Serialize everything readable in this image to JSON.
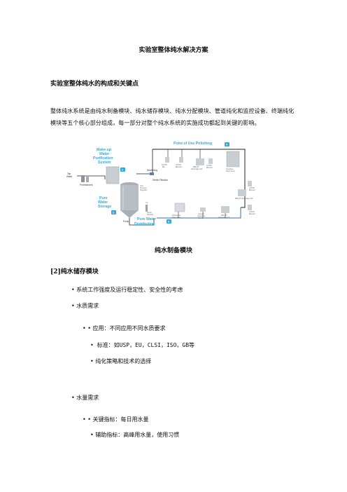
{
  "doc": {
    "title": "实验室整体纯水解决方案",
    "section1_heading": "实验室整体纯水的构成和关键点",
    "section1_paragraph": "整体纯水系统是由纯水制备模块、纯水储存模块、纯水分配模块、管道纯化和监控设备、终端纯化模块等五个核心部分组成，每一部分对整个纯水系统的实施成功都起到关键的影响。",
    "section2_heading": "纯水制备模块",
    "subsection_heading": "[2]纯水储存模块",
    "bullets": [
      "• 系统工作强度及运行稳定性、安全性的考虑",
      "• 水质需求",
      "• • 应用：不同应用不同水质要求",
      "• 标准：如USP，EU，CLSI，ISO，GB等",
      "• 纯化策略和技术的选择",
      "• 水量需求",
      "• • 关键指标：每日用水量",
      "• 辅助指标：高峰用水量，使用习惯"
    ]
  },
  "diagram": {
    "labels": {
      "makeup": [
        "Make-up",
        "Water",
        "Purification",
        "System"
      ],
      "pou": "Point of Use Polishing",
      "storage": [
        "Pure",
        "Water",
        "Storage"
      ],
      "distribution": [
        "Pure Water",
        "Distribution"
      ],
      "tap_water": [
        "Tap",
        "Water"
      ],
      "pretreatment": "Pretreatment",
      "monitoring": "Monitoring",
      "sterile_filtration": "Sterile Filtration",
      "vent_filter": [
        "Vent",
        "Pressure",
        "Regulator"
      ],
      "uv": "UV",
      "pump": "Pump",
      "sterile_filtration2": [
        "Sterile",
        "Filtration"
      ],
      "dishwasher": [
        "Dishwasher",
        "Direct Feed"
      ],
      "glassware": [
        "General",
        "Glassware",
        "Rinsing"
      ],
      "milliq_a10": [
        "Milli-Q®",
        "Advantage A10"
      ],
      "milliq_a10_b": [
        "Milli-Q®",
        "Advantage A10"
      ],
      "milliq_a10_c": "Milli-Q® Advantage A10",
      "qpod1": [
        "Q-POD",
        "Elix"
      ],
      "qpod2": [
        "Q-POD",
        "Element"
      ],
      "qpod3": [
        "Q-POD",
        "Element"
      ],
      "qpod4": [
        "Q-POD",
        "Element"
      ],
      "qpod5": [
        "Q-POD",
        "Element"
      ],
      "autoclave": [
        "Autoclave",
        "Direct Feed"
      ]
    },
    "badges": [
      "1",
      "2",
      "3",
      "4"
    ],
    "colors": {
      "accent": "#39a8d8",
      "pipe": "#222222",
      "tank": "#b9bec4",
      "blue_pipe": "#2b6fb3"
    }
  }
}
